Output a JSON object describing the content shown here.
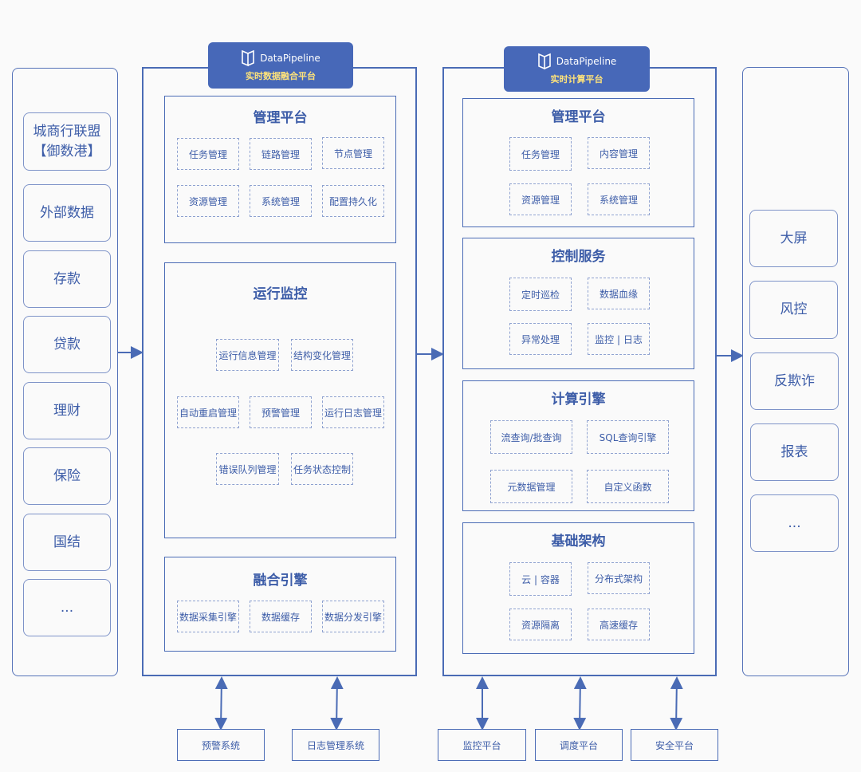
{
  "sources": [
    "城商行联盟\n【御数港】",
    "外部数据",
    "存款",
    "贷款",
    "理财",
    "保险",
    "国结",
    "..."
  ],
  "left_platform": {
    "brand": "DataPipeline",
    "subtitle": "实时数据融合平台",
    "mgmt": {
      "title": "管理平台",
      "items": [
        "任务管理",
        "链路管理",
        "节点管理",
        "资源管理",
        "系统管理",
        "配置持久化"
      ]
    },
    "monitor": {
      "title": "运行监控",
      "items": [
        "运行信息管理",
        "结构变化管理",
        "自动重启管理",
        "预警管理",
        "运行日志管理",
        "错误队列管理",
        "任务状态控制"
      ]
    },
    "engine": {
      "title": "融合引擎",
      "items": [
        "数据采集引擎",
        "数据缓存",
        "数据分发引擎"
      ]
    }
  },
  "right_platform": {
    "brand": "DataPipeline",
    "subtitle": "实时计算平台",
    "mgmt": {
      "title": "管理平台",
      "items": [
        "任务管理",
        "内容管理",
        "资源管理",
        "系统管理"
      ]
    },
    "control": {
      "title": "控制服务",
      "items": [
        "定时巡检",
        "数据血缘",
        "异常处理",
        "监控 | 日志"
      ]
    },
    "compute": {
      "title": "计算引擎",
      "items": [
        "流查询/批查询",
        "SQL查询引擎",
        "元数据管理",
        "自定义函数"
      ]
    },
    "infra": {
      "title": "基础架构",
      "items": [
        "云 | 容器",
        "分布式架构",
        "资源隔离",
        "高速缓存"
      ]
    }
  },
  "outputs": [
    "大屏",
    "风控",
    "反欺诈",
    "报表",
    "..."
  ],
  "bottom_systems": [
    "预警系统",
    "日志管理系统",
    "监控平台",
    "调度平台",
    "安全平台"
  ]
}
